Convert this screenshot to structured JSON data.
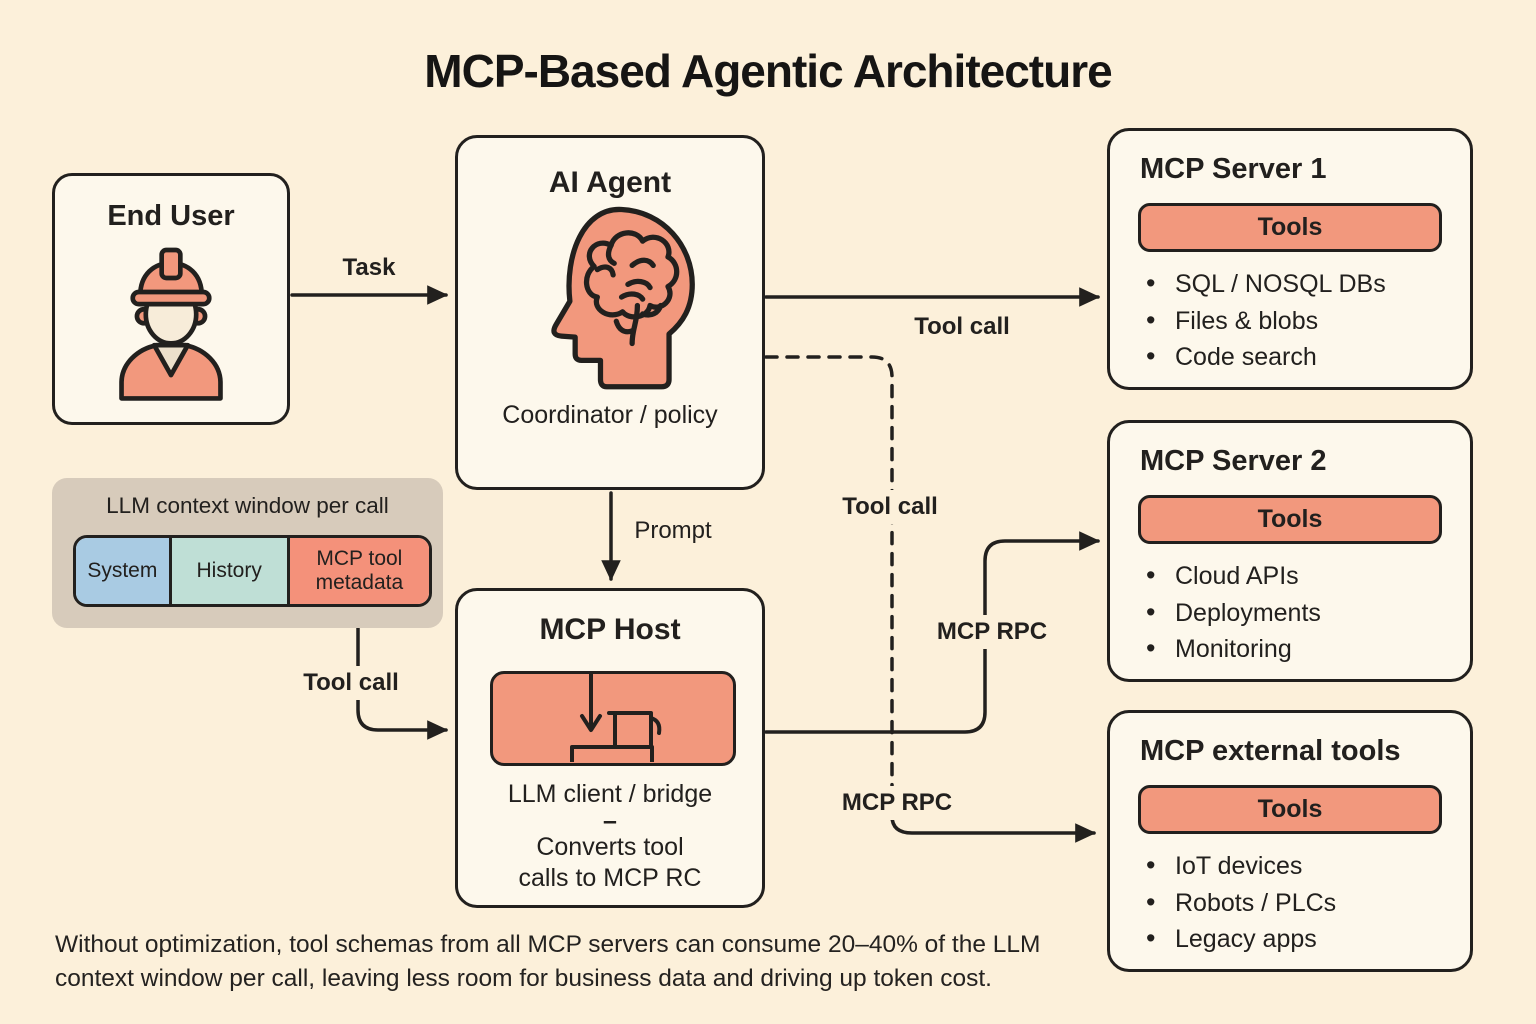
{
  "title": "MCP-Based Agentic Architecture",
  "colors": {
    "background": "#fcf0da",
    "panel": "#fdf8ec",
    "accent_salmon": "#f2987d",
    "line": "#22201e",
    "system_blue": "#a9cbe3",
    "history_mint": "#bfdfd6",
    "context_tan": "#d7cbbb"
  },
  "end_user": {
    "title": "End User"
  },
  "ai_agent": {
    "title": "AI Agent",
    "subtitle": "Coordinator / policy"
  },
  "arrows": {
    "task": "Task",
    "tool_call_to_server1": "Tool call",
    "tool_call_dashed": "Tool call",
    "prompt": "Prompt",
    "tool_call_context_to_host": "Tool call",
    "mcp_rpc_to_server2": "MCP RPC",
    "mcp_rpc_to_external": "MCP RPC"
  },
  "context_window": {
    "title": "LLM context window per call",
    "segments": [
      {
        "label": "System",
        "color": "#a9cbe3"
      },
      {
        "label": "History",
        "color": "#bfdfd6"
      },
      {
        "label": "MCP tool metadata",
        "color": "#f4917a"
      }
    ]
  },
  "mcp_host": {
    "title": "MCP Host",
    "caption_line1": "LLM client / bridge",
    "caption_divider": "–",
    "caption_line2": "Converts tool",
    "caption_line3": "calls to MCP RC"
  },
  "servers": [
    {
      "title": "MCP Server 1",
      "button": "Tools",
      "items": [
        "SQL / NOSQL DBs",
        "Files & blobs",
        "Code search"
      ]
    },
    {
      "title": "MCP Server 2",
      "button": "Tools",
      "items": [
        "Cloud APIs",
        "Deployments",
        "Monitoring"
      ]
    },
    {
      "title": "MCP external tools",
      "button": "Tools",
      "items": [
        "IoT devices",
        "Robots / PLCs",
        "Legacy apps"
      ]
    }
  ],
  "footer": "Without optimization, tool schemas from all MCP servers can consume 20–40% of the LLM context window per call, leaving less room for business data and driving up token cost."
}
